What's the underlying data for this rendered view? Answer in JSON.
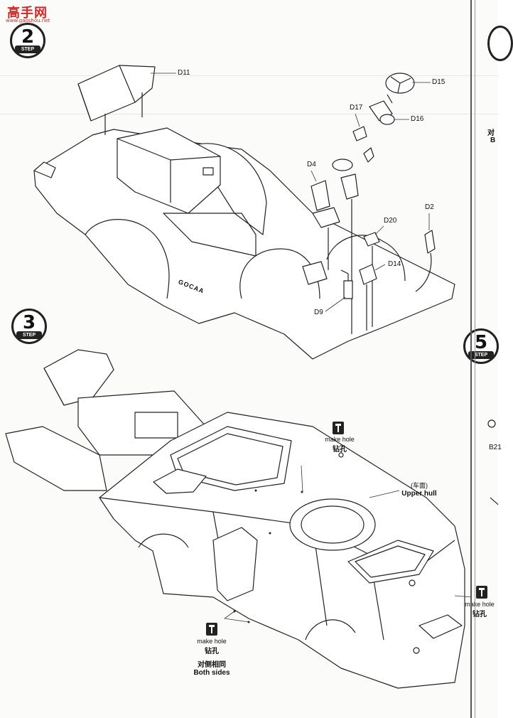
{
  "watermark": {
    "hanzi": "高手网",
    "url": "www.gaoshou.net"
  },
  "steps": [
    {
      "number": "2",
      "label": "STEP"
    },
    {
      "number": "3",
      "label": "STEP"
    },
    {
      "number": "5",
      "label": "STEP"
    }
  ],
  "step2_parts": {
    "d11": "D11",
    "d15": "D15",
    "d16": "D16",
    "d17": "D17",
    "d4": "D4",
    "d20": "D20",
    "d2": "D2",
    "d14": "D14",
    "d9": "D9"
  },
  "step3": {
    "upper_hull_cn": "(车面)",
    "upper_hull_en": "Upper hull",
    "make_hole_en": "make hole",
    "make_hole_cn": "钻孔",
    "both_sides_cn": "对侧相同",
    "both_sides_en": "Both sides"
  },
  "right_edge": {
    "cn": "对",
    "en": "B",
    "part": "B21"
  },
  "hull_marking": "GOCAA"
}
